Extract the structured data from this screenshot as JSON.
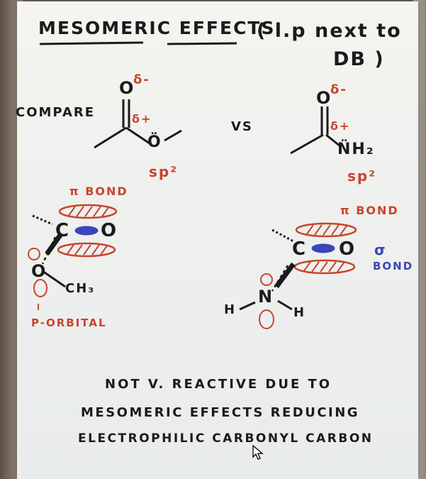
{
  "board": {
    "title": "MESOMERIC EFFECTS",
    "title_note_line1": "( l.p next to",
    "title_note_line2": "DB )",
    "compare": "COMPARE",
    "vs": "VS",
    "left_molecule": {
      "carbonyl_o": "O",
      "o_charge": "δ-",
      "c_charge": "δ+",
      "ether_o": "Ö",
      "hybrid": "sp²",
      "pi_bond": "π BOND",
      "c_label": "C",
      "o_label": "O",
      "lower_o": "O",
      "ch3": "CH₃",
      "orbital": "P-ORBITAL"
    },
    "right_molecule": {
      "carbonyl_o": "O",
      "o_charge": "δ-",
      "c_charge": "δ+",
      "amine": "N̈H₂",
      "hybrid": "sp²",
      "pi_bond": "π BOND",
      "sigma_bond_line1": "σ",
      "sigma_bond_line2": "BOND",
      "c_label": "C",
      "o_label": "O",
      "n_label": "N",
      "h_left": "H",
      "h_right": "H"
    },
    "conclusion_line1": "NOT V. REACTIVE DUE TO",
    "conclusion_line2": "MESOMERIC EFFECTS REDUCING",
    "conclusion_line3": "ELECTROPHILIC CARBONYL CARBON"
  },
  "colors": {
    "ink": "#1b1b1b",
    "red": "#c8452c",
    "blue": "#3b46b8"
  }
}
